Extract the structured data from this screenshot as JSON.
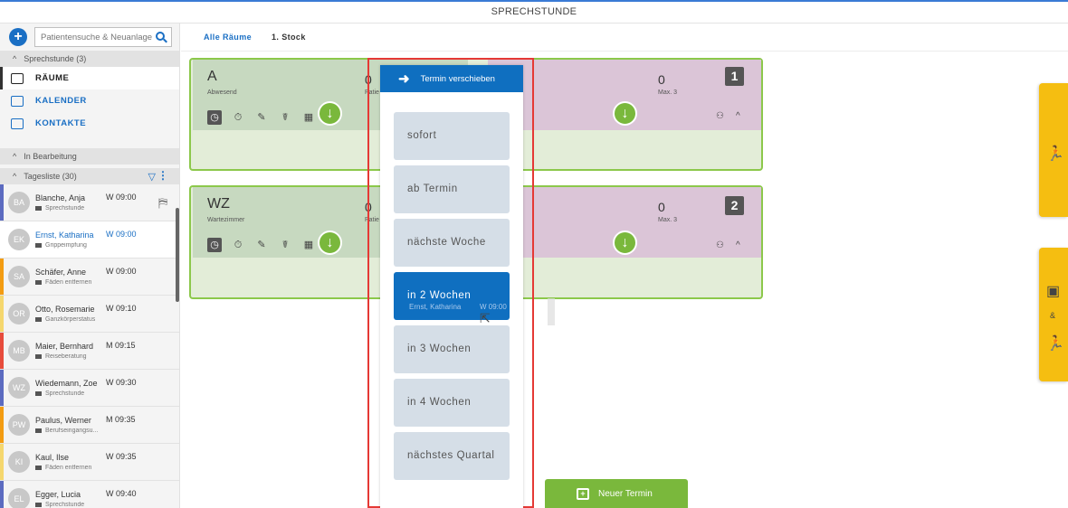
{
  "app": {
    "title": "SPRECHSTUNDE"
  },
  "sidebar": {
    "search_placeholder": "Patientensuche & Neuanlage",
    "sprechstunde_header": "Sprechstunde (3)",
    "nav": [
      {
        "label": "RÄUME",
        "icon": "rooms-icon"
      },
      {
        "label": "KALENDER",
        "icon": "calendar-icon"
      },
      {
        "label": "KONTAKTE",
        "icon": "contacts-icon"
      }
    ],
    "in_bearbeitung_header": "In Bearbeitung",
    "tagesliste_header": "Tagesliste (30)",
    "patients": [
      {
        "initials": "BA",
        "name": "Blanche, Anja",
        "time": "W 09:00",
        "type": "Sprechstunde",
        "color": "#5c6bc0"
      },
      {
        "initials": "EK",
        "name": "Ernst, Katharina",
        "time": "W 09:00",
        "type": "Grippeimpfung",
        "color": "#ffffff"
      },
      {
        "initials": "SA",
        "name": "Schäfer, Anne",
        "time": "W 09:00",
        "type": "Fäden entfernen",
        "color": "#f39c12"
      },
      {
        "initials": "OR",
        "name": "Otto, Rosemarie",
        "time": "W 09:10",
        "type": "Ganzkörperstatus",
        "color": "#f5d76e"
      },
      {
        "initials": "MB",
        "name": "Maier, Bernhard",
        "time": "M 09:15",
        "type": "Reiseberatung",
        "color": "#e74c3c"
      },
      {
        "initials": "WZ",
        "name": "Wiedemann, Zoe",
        "time": "W 09:30",
        "type": "Sprechstunde",
        "color": "#5c6bc0"
      },
      {
        "initials": "PW",
        "name": "Paulus, Werner",
        "time": "M 09:35",
        "type": "Berufseingangsu...",
        "color": "#f39c12"
      },
      {
        "initials": "KI",
        "name": "Kaul, Ilse",
        "time": "W 09:35",
        "type": "Fäden entfernen",
        "color": "#f5d76e"
      },
      {
        "initials": "EL",
        "name": "Egger, Lucia",
        "time": "W 09:40",
        "type": "Sprechstunde",
        "color": "#5c6bc0"
      }
    ]
  },
  "breadcrumbs": {
    "first": "Alle Räume",
    "second": "1. Stock"
  },
  "rooms": [
    {
      "name": "A",
      "sub": "Abwesend",
      "count_left": "0",
      "patients_label": "Patie",
      "count_right": "0",
      "max": "Max. 3",
      "number": "1",
      "mid_label": "l"
    },
    {
      "name": "WZ",
      "sub": "Wartezimmer",
      "count_left": "0",
      "patients_label": "Patie",
      "count_right": "0",
      "max": "Max. 3",
      "number": "2",
      "mid_label": "2"
    }
  ],
  "popup": {
    "title": "Termin verschieben",
    "options": [
      "sofort",
      "ab Termin",
      "nächste Woche",
      "in 2 Wochen",
      "in 3 Wochen",
      "in 4 Wochen",
      "nächstes Quartal"
    ],
    "selected_index": 3,
    "drag_ghost": {
      "name": "Ernst, Katharina",
      "time": "W 09:00",
      "type": "Grippeimpfung"
    }
  },
  "new_appointment_label": "Neuer Termin",
  "right_tabs": {
    "amp": "&"
  }
}
